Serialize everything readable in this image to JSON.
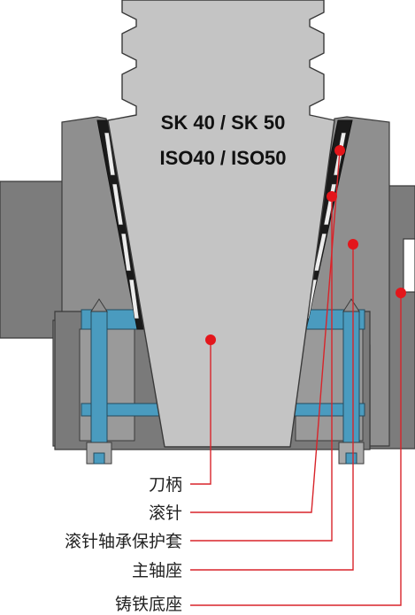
{
  "title": {
    "line1": "SK 40 / SK 50",
    "line2": "ISO40 / ISO50"
  },
  "labels": {
    "tool_holder": "刀柄",
    "needle_roller": "滚针",
    "needle_bearing_sleeve": "滚针轴承保护套",
    "spindle_seat": "主轴座",
    "cast_iron_base": "铸铁底座"
  },
  "colors": {
    "outline": "#3a3a3a",
    "holder_fill": "#c4c4c4",
    "body_fill": "#8f8f8f",
    "dark_fill": "#6a6a6a",
    "base_fill": "#7c7c7c",
    "light_fill": "#a9a9a9",
    "bearing_blue": "#4a9bbf",
    "marker_red": "#e3161b",
    "leader_red": "#d8242a"
  }
}
